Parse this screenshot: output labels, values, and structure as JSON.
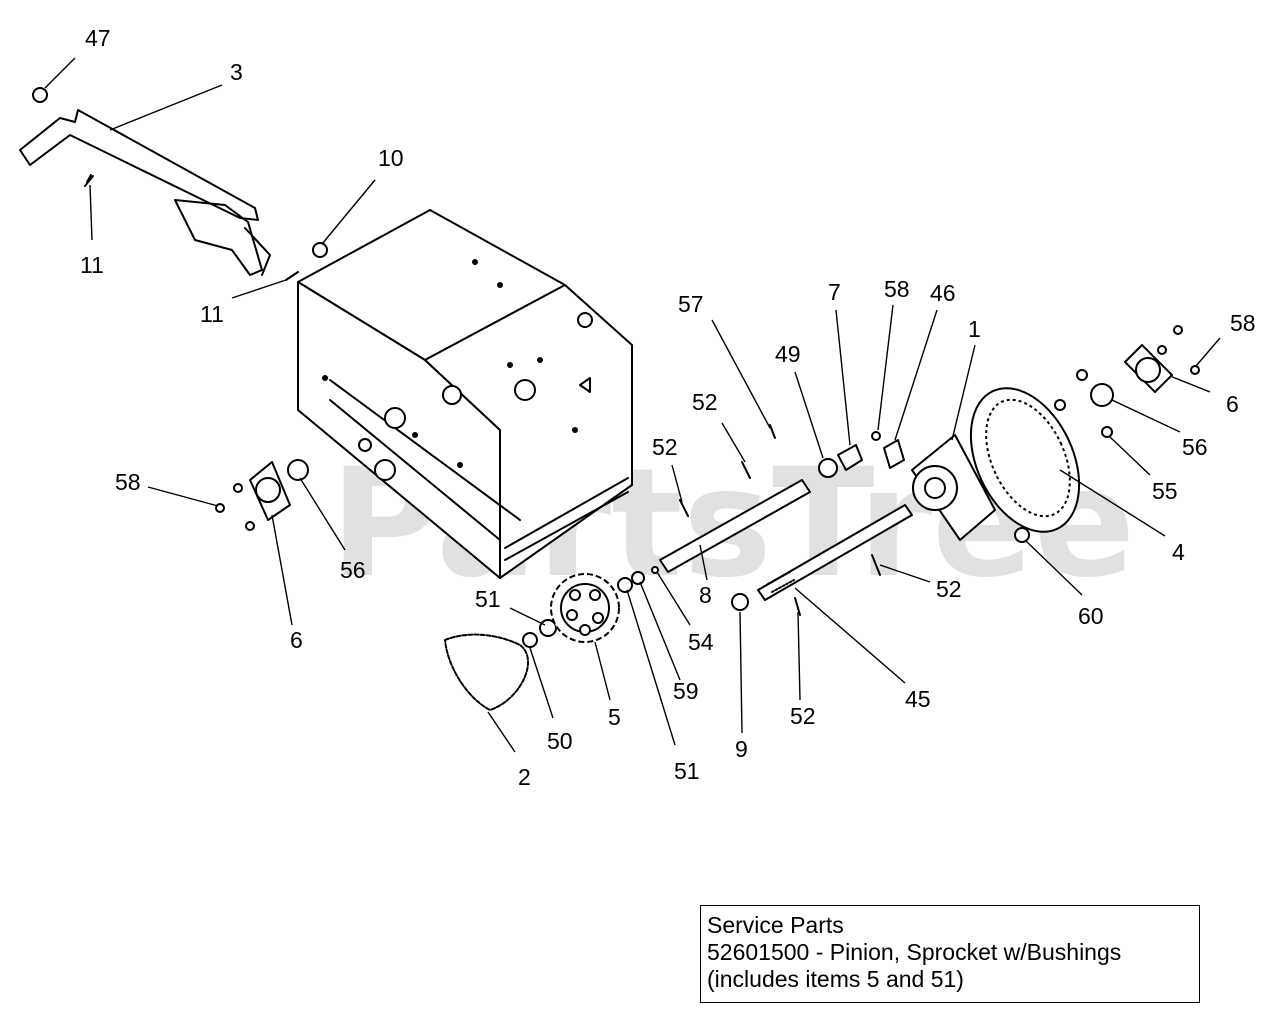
{
  "watermark": "PartsTree",
  "callouts": [
    {
      "label": "47"
    },
    {
      "label": "3"
    },
    {
      "label": "11"
    },
    {
      "label": "10"
    },
    {
      "label": "11"
    },
    {
      "label": "57"
    },
    {
      "label": "7"
    },
    {
      "label": "58"
    },
    {
      "label": "46"
    },
    {
      "label": "58"
    },
    {
      "label": "1"
    },
    {
      "label": "49"
    },
    {
      "label": "52"
    },
    {
      "label": "52"
    },
    {
      "label": "6"
    },
    {
      "label": "56"
    },
    {
      "label": "55"
    },
    {
      "label": "58"
    },
    {
      "label": "56"
    },
    {
      "label": "6"
    },
    {
      "label": "8"
    },
    {
      "label": "52"
    },
    {
      "label": "4"
    },
    {
      "label": "51"
    },
    {
      "label": "54"
    },
    {
      "label": "59"
    },
    {
      "label": "60"
    },
    {
      "label": "50"
    },
    {
      "label": "5"
    },
    {
      "label": "52"
    },
    {
      "label": "45"
    },
    {
      "label": "9"
    },
    {
      "label": "2"
    },
    {
      "label": "51"
    }
  ],
  "service_box": {
    "line1": "Service Parts",
    "line2": "52601500 - Pinion, Sprocket w/Bushings",
    "line3": "(includes items 5 and 51)"
  }
}
